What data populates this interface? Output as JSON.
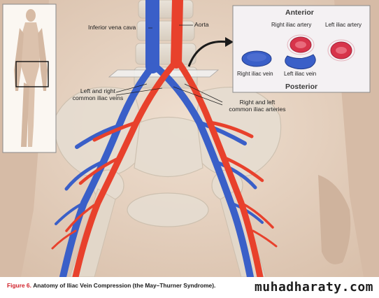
{
  "labels": {
    "inferior_vena_cava": "Inferior vena cava",
    "aorta": "Aorta",
    "common_iliac_veins_line1": "Left and right",
    "common_iliac_veins_line2": "common iliac veins",
    "common_iliac_arteries_line1": "Right and left",
    "common_iliac_arteries_line2": "common iliac arteries"
  },
  "inset": {
    "top_heading": "Anterior",
    "bottom_heading": "Posterior",
    "right_iliac_artery": "Right iliac artery",
    "left_iliac_artery": "Left iliac artery",
    "right_iliac_vein": "Right iliac vein",
    "left_iliac_vein": "Left iliac vein"
  },
  "caption": {
    "figure_label": "Figure 6.",
    "title": "Anatomy of Iliac Vein Compression (the May–Thurner Syndrome)."
  },
  "watermark": "muhadharaty.com",
  "colors": {
    "artery": "#e8412c",
    "vein": "#3a5fc8",
    "caption_accent": "#d1212a",
    "skin": "#e7d3c2"
  }
}
